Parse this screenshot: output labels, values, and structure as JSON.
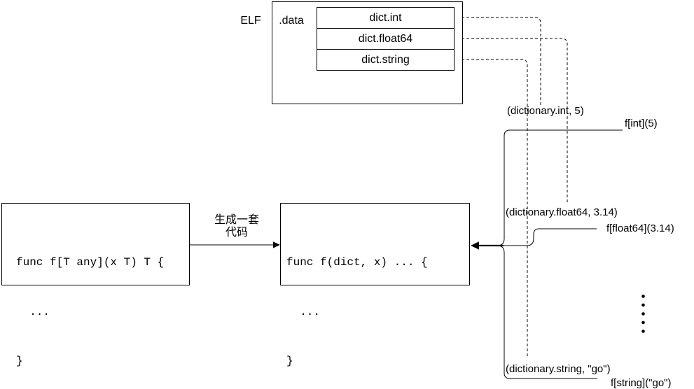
{
  "colors": {
    "stroke": "#000000",
    "background": "#ffffff",
    "text": "#000000"
  },
  "elf": {
    "label": "ELF",
    "section_label": ".data",
    "entries": [
      "dict.int",
      "dict.float64",
      "dict.string"
    ]
  },
  "generic_box": {
    "lines": [
      "func f[T any](x T) T {",
      "  ...",
      "}"
    ]
  },
  "generated_box": {
    "lines": [
      "func f(dict, x) ... {",
      "  ...",
      "}"
    ]
  },
  "transform_arrow": {
    "label_line1": "生成一套",
    "label_line2": "代码"
  },
  "calls": [
    {
      "args_tuple": "(dictionary.int, 5)",
      "call_site": "f[int](5)"
    },
    {
      "args_tuple": "(dictionary.float64, 3.14)",
      "call_site": "f[float64](3.14)"
    },
    {
      "args_tuple": "(dictionary.string, \"go\")",
      "call_site": "f[string](\"go\")"
    }
  ]
}
